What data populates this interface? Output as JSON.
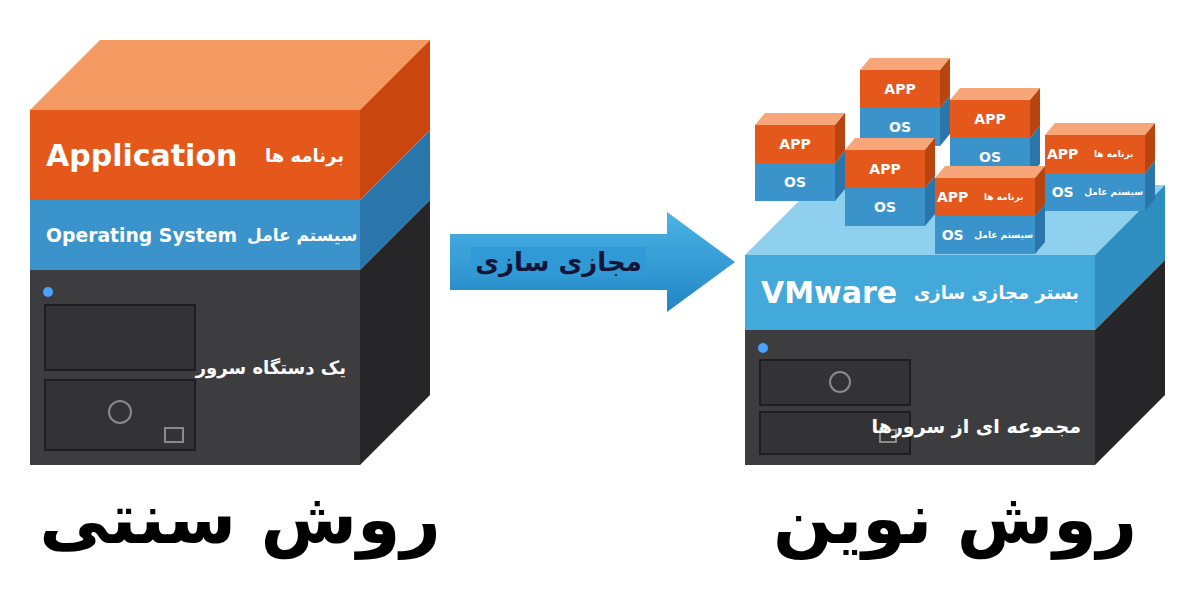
{
  "diagram": {
    "nodes": [
      {
        "text": [
          "Application",
          "برنامه ها"
        ]
      },
      {
        "text": [
          "Operating System",
          "سیستم عامل"
        ]
      },
      {
        "text": [
          "یک دستگاه سرور"
        ]
      },
      {
        "text": [
          "VMware",
          "بستر مجازی سازی"
        ]
      },
      {
        "text": [
          "مجموعه ای از سرورها"
        ]
      },
      {
        "text": [
          "APP",
          "OS"
        ]
      },
      {
        "text": [
          "APP",
          "OS"
        ]
      },
      {
        "text": [
          "APP",
          "OS",
          "برنامه ها",
          "سیستم عامل"
        ]
      },
      {
        "text": [
          "APP",
          "OS"
        ]
      },
      {
        "text": [
          "APP",
          "OS"
        ]
      },
      {
        "text": [
          "APP",
          "OS",
          "برنامه ها",
          "سیستم عامل"
        ]
      }
    ],
    "edges": [
      {
        "from": 1,
        "to": 3,
        "arrow": "to",
        "label": "مجازی سازی"
      }
    ],
    "labels": [
      "روش سنتی",
      "روش نوین"
    ]
  }
}
